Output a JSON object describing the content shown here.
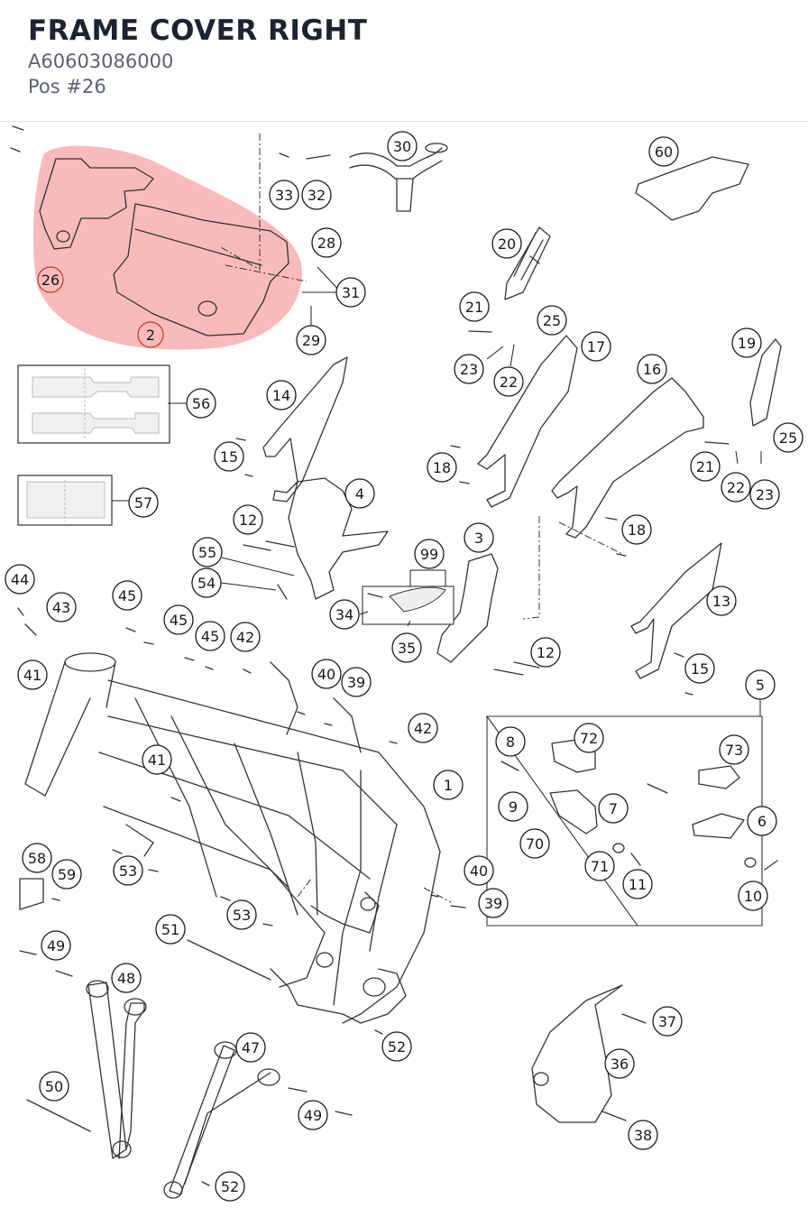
{
  "header": {
    "title": "FRAME COVER RIGHT",
    "part_number": "A60603086000",
    "position": "Pos #26"
  },
  "diagram": {
    "highlight_color": "#f5a3a3",
    "highlighted_parts": [
      "26",
      "2"
    ],
    "callouts": [
      "1",
      "2",
      "3",
      "4",
      "5",
      "6",
      "7",
      "8",
      "9",
      "10",
      "11",
      "12",
      "13",
      "14",
      "15",
      "16",
      "17",
      "18",
      "19",
      "20",
      "21",
      "22",
      "23",
      "25",
      "26",
      "28",
      "29",
      "30",
      "31",
      "32",
      "33",
      "34",
      "35",
      "36",
      "37",
      "38",
      "39",
      "40",
      "41",
      "42",
      "43",
      "44",
      "45",
      "47",
      "48",
      "49",
      "50",
      "51",
      "52",
      "53",
      "54",
      "55",
      "56",
      "57",
      "58",
      "59",
      "60",
      "70",
      "71",
      "72",
      "73",
      "99"
    ]
  }
}
